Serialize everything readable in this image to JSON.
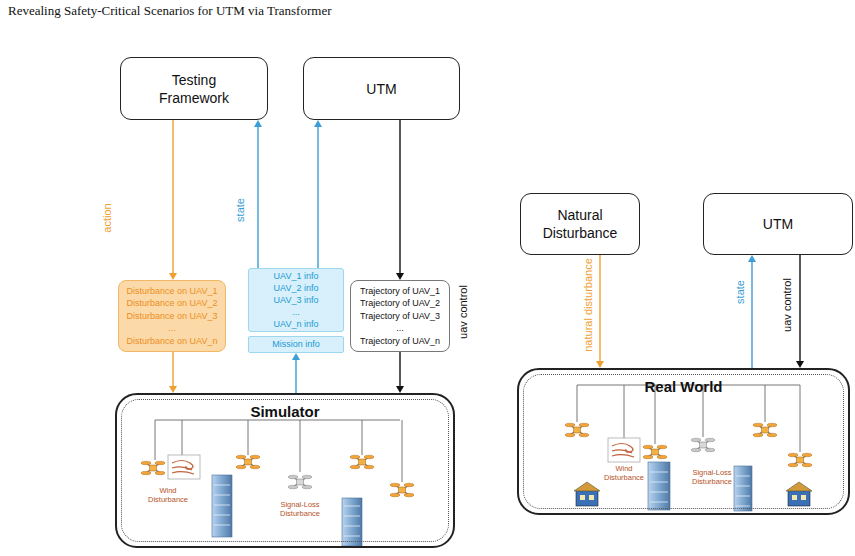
{
  "diagram": {
    "title": "Revealing Safety-Critical Scenarios for UTM via Transformer",
    "nodes": [
      {
        "text": [
          "Testing Framework"
        ]
      },
      {
        "text": [
          "UTM"
        ]
      },
      {
        "text": [
          "Disturbance on UAV_1",
          "Disturbance on UAV_2",
          "Disturbance on UAV_3",
          "...",
          "Disturbance on UAV_n"
        ]
      },
      {
        "text": [
          "UAV_1 info",
          "UAV_2 info",
          "UAV_3 info",
          "...",
          "UAV_n info"
        ]
      },
      {
        "text": [
          "Mission info"
        ]
      },
      {
        "text": [
          "Trajectory of UAV_1",
          "Trajectory of UAV_2",
          "Trajectory of UAV_3",
          "...",
          "Trajectory of UAV_n"
        ]
      },
      {
        "text": [
          "Simulator"
        ]
      },
      {
        "text": [
          "Natural Disturbance"
        ]
      },
      {
        "text": [
          "UTM"
        ]
      },
      {
        "text": [
          "Real World"
        ]
      }
    ],
    "edges": [
      {
        "from": 0,
        "to": 2,
        "arrow": "to",
        "label": "action"
      },
      {
        "from": 2,
        "to": 6,
        "arrow": "to"
      },
      {
        "from": 6,
        "to": 4,
        "arrow": "to"
      },
      {
        "from": 3,
        "to": 0,
        "arrow": "to",
        "label": "state"
      },
      {
        "from": 3,
        "to": 1,
        "arrow": "to"
      },
      {
        "from": 1,
        "to": 5,
        "arrow": "to",
        "label": "uav control"
      },
      {
        "from": 5,
        "to": 6,
        "arrow": "to"
      },
      {
        "from": 7,
        "to": 9,
        "arrow": "to",
        "label": "natural disturbance"
      },
      {
        "from": 9,
        "to": 8,
        "arrow": "to",
        "label": "state"
      },
      {
        "from": 8,
        "to": 9,
        "arrow": "to",
        "label": "uav control"
      }
    ],
    "labels": [
      "Wind Disturbance",
      "Signal-Loss Disturbance",
      "Wind Disturbance",
      "Signal-Loss Disturbance"
    ]
  }
}
